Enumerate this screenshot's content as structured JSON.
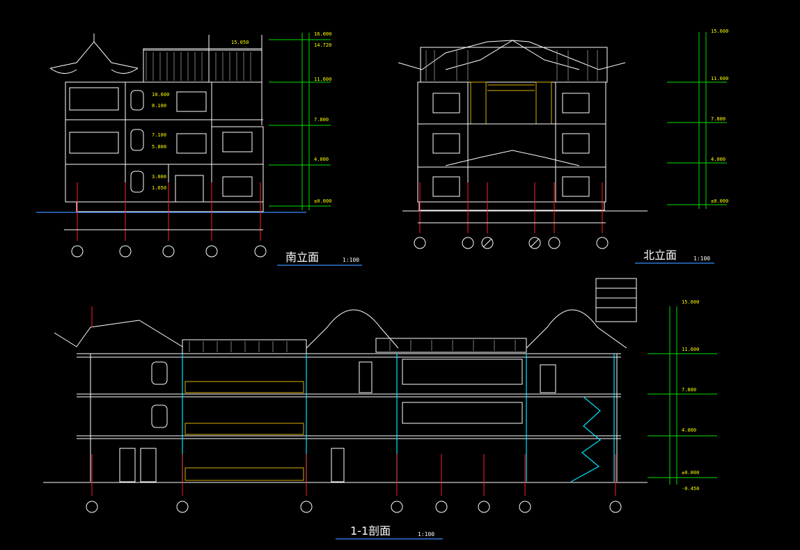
{
  "drawings": {
    "south": {
      "title": "南立面",
      "scale": "1:100",
      "levels": [
        "16.000",
        "15.050",
        "14.720",
        "11.600",
        "10.600",
        "8.100",
        "7.800",
        "7.100",
        "5.800",
        "4.000",
        "3.000",
        "1.650",
        "±0.000"
      ]
    },
    "north": {
      "title": "北立面",
      "scale": "1:100",
      "levels": [
        "15.600",
        "11.600",
        "7.800",
        "4.000",
        "±0.000"
      ]
    },
    "section": {
      "title": "1-1剖面",
      "scale": "1:100",
      "levels": [
        "15.600",
        "11.600",
        "7.800",
        "4.000",
        "±0.000",
        "-0.450"
      ]
    }
  },
  "colors": {
    "background": "#000000",
    "line": "#ffffff",
    "dimension": "#00e000",
    "axis": "#ff2020",
    "level_text": "#ffff00",
    "section_cut": "#00e5ff",
    "title_underline": "#1e90ff"
  }
}
